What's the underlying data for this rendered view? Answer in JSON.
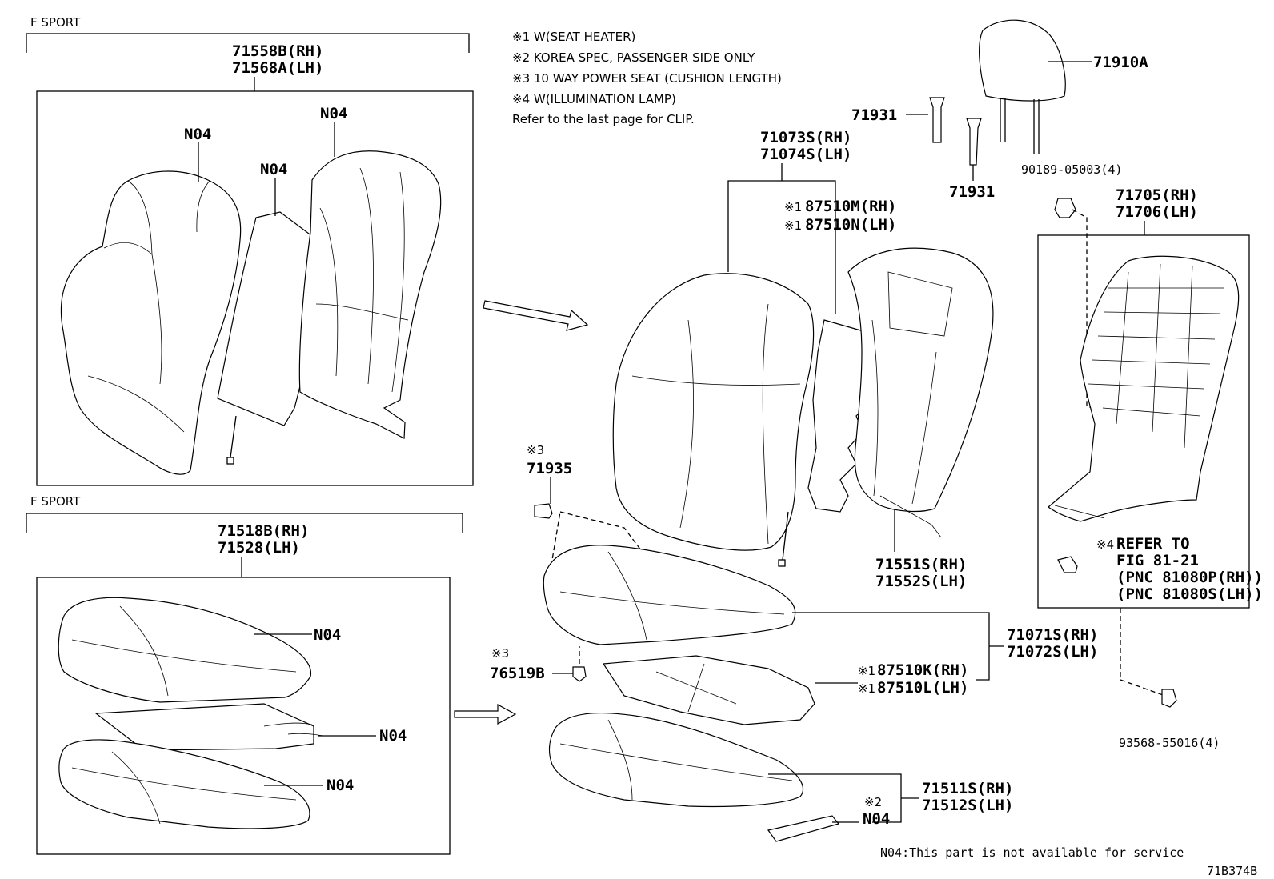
{
  "sections": {
    "top_left": {
      "title": "F SPORT",
      "part_rh": "71558B(RH)",
      "part_lh": "71568A(LH)"
    },
    "bottom_left": {
      "title": "F SPORT",
      "part_rh": "71518B(RH)",
      "part_lh": "71528(LH)"
    }
  },
  "notes": [
    "※1  W(SEAT HEATER)",
    "※2  KOREA SPEC, PASSENGER SIDE ONLY",
    "※3  10 WAY POWER SEAT (CUSHION LENGTH)",
    "※4  W(ILLUMINATION LAMP)",
    "Refer to the last page for CLIP."
  ],
  "labels": {
    "n04": "N04",
    "p71910a": "71910A",
    "p71931": "71931",
    "p90189": "90189-05003(4)",
    "p71705": "71705(RH)",
    "p71706": "71706(LH)",
    "p71073s": "71073S(RH)",
    "p71074s": "71074S(LH)",
    "mark1": "※1",
    "mark2": "※2",
    "mark3": "※3",
    "mark4": "※4",
    "p87510m": "87510M(RH)",
    "p87510n": "87510N(LH)",
    "p71935": "71935",
    "p71551s": "71551S(RH)",
    "p71552s": "71552S(LH)",
    "refer_to": "REFER TO",
    "fig": "FIG 81-21",
    "pnc_rh": "(PNC 81080P(RH))",
    "pnc_lh": "(PNC 81080S(LH))",
    "p71071s": "71071S(RH)",
    "p71072s": "71072S(LH)",
    "p76519b": "76519B",
    "p87510k": "87510K(RH)",
    "p87510l": "87510L(LH)",
    "p93568": "93568-55016(4)",
    "p71511s": "71511S(RH)",
    "p71512s": "71512S(LH)"
  },
  "footer": {
    "note": "N04:This part is not available for service",
    "code": "71B374B"
  }
}
